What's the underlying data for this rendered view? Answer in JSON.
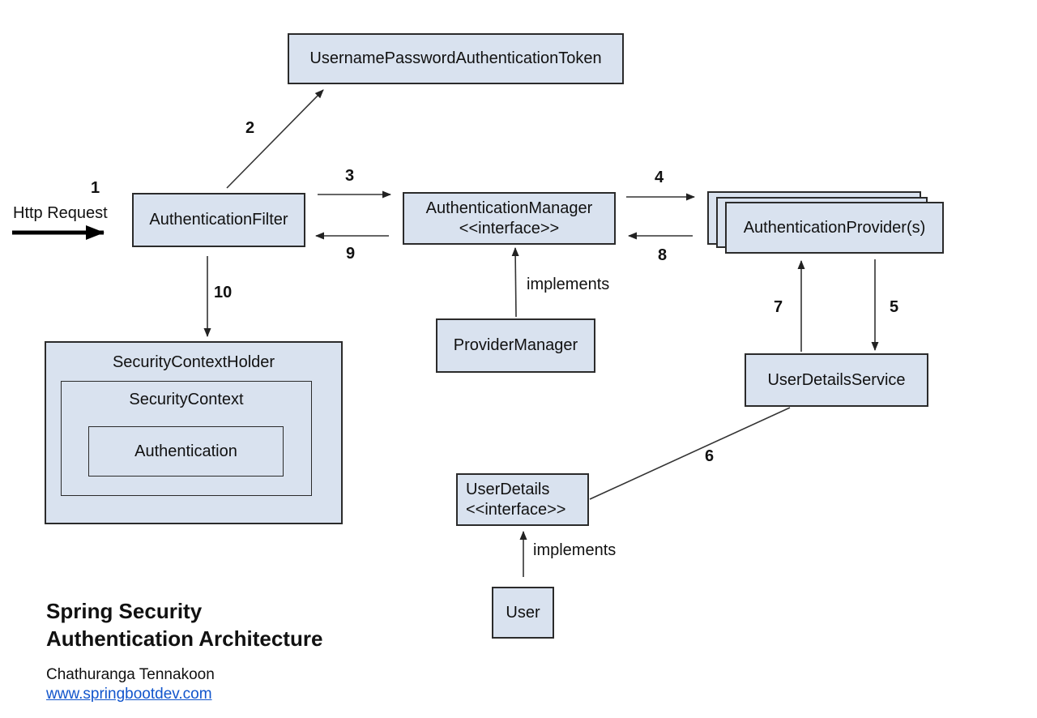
{
  "diagram": {
    "title_line1": "Spring Security",
    "title_line2": "Authentication Architecture",
    "author": "Chathuranga Tennakoon",
    "link": "www.springbootdev.com",
    "colors": {
      "box_fill": "#d9e2ef",
      "box_border": "#2b2b2b",
      "line": "#333333",
      "link_blue": "#1155cc"
    }
  },
  "nodes": {
    "token": {
      "label": "UsernamePasswordAuthenticationToken"
    },
    "filter": {
      "label": "AuthenticationFilter"
    },
    "manager": {
      "label": "AuthenticationManager",
      "stereotype": "<<interface>>"
    },
    "providers": {
      "label": "AuthenticationProvider(s)"
    },
    "provider_manager": {
      "label": "ProviderManager"
    },
    "user_details_service": {
      "label": "UserDetailsService"
    },
    "security_context_holder": {
      "label": "SecurityContextHolder"
    },
    "security_context": {
      "label": "SecurityContext"
    },
    "authentication": {
      "label": "Authentication"
    },
    "user_details": {
      "label": "UserDetails",
      "stereotype": "<<interface>>"
    },
    "user": {
      "label": "User"
    }
  },
  "edges": {
    "http_request": "Http Request",
    "n1": "1",
    "n2": "2",
    "n3": "3",
    "n4": "4",
    "n5": "5",
    "n6": "6",
    "n7": "7",
    "n8": "8",
    "n9": "9",
    "n10": "10",
    "implements_manager": "implements",
    "implements_user": "implements"
  }
}
